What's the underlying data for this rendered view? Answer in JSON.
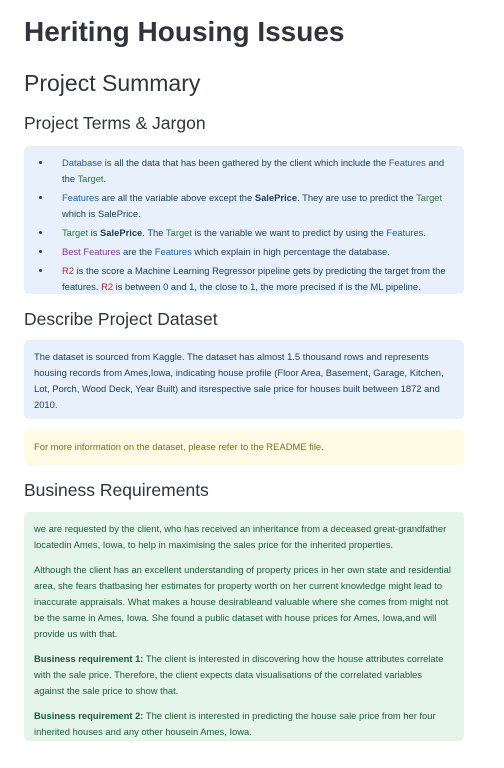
{
  "page_title": "Heriting Housing Issues",
  "section_summary": "Project Summary",
  "terms": {
    "heading": "Project Terms & Jargon",
    "items": [
      {
        "a": "Database",
        "b": " is all the data that has been gathered by the client which include the ",
        "c": "Features",
        "d": " and the ",
        "e": "Target",
        "f": "."
      },
      {
        "a": "Features",
        "b": " are all the variable above except the ",
        "c": "SalePrice",
        "d": ". They are use to predict the ",
        "e": "Target",
        "f": " which is SalePrice."
      },
      {
        "a": "Target",
        "b": " is ",
        "c": "SalePrice",
        "d": ". The ",
        "e": "Target",
        "f": " is the variable we want to predict by using the ",
        "g": "Features",
        "h": "."
      },
      {
        "a": "Best Features",
        "b": " are the ",
        "c": "Features",
        "d": " which explain in high percentage the database."
      },
      {
        "a": "R2",
        "b": " is the score a Machine Learning Regressor pipeline gets by predicting the target from the features. ",
        "c": "R2",
        "d": " is between 0 and 1, the close to 1, the more precised if is the ML pipeline."
      }
    ]
  },
  "dataset": {
    "heading": "Describe Project Dataset",
    "text": "The dataset is sourced from Kaggle. The dataset has almost 1.5 thousand rows and represents housing records from Ames,Iowa, indicating house profile (Floor Area, Basement, Garage, Kitchen, Lot, Porch, Wood Deck, Year Built) and itsrespective sale price for houses built between 1872 and 2010.",
    "note": "For more information on the dataset, please refer to the README file."
  },
  "business": {
    "heading": "Business Requirements",
    "p1": "we are requested by the client, who has received an inheritance from a deceased great-grandfather locatedin Ames, Iowa, to help in maximising the sales price for the inherited properties.",
    "p2": "Although the client has an excellent understanding of property prices in her own state and residential area, she fears thatbasing her estimates for property worth on her current knowledge might lead to inaccurate appraisals. What makes a house desirableand valuable where she comes from might not be the same in Ames, Iowa. She found a public dataset with house prices for Ames, Iowa,and will provide us with that.",
    "req1_label": "Business requirement 1:",
    "req1_text": " The client is interested in discovering how the house attributes correlate with the sale price. Therefore, the client expects data visualisations of the correlated variables against the sale price to show that.",
    "req2_label": "Business requirement 2:",
    "req2_text": " The client is interested in predicting the house sale price from her four inherited houses and any other housein Ames, Iowa."
  },
  "colors": {
    "info_bg": "#e8f0fb",
    "warn_bg": "#fffbe5",
    "success_bg": "#e6f5ea"
  }
}
